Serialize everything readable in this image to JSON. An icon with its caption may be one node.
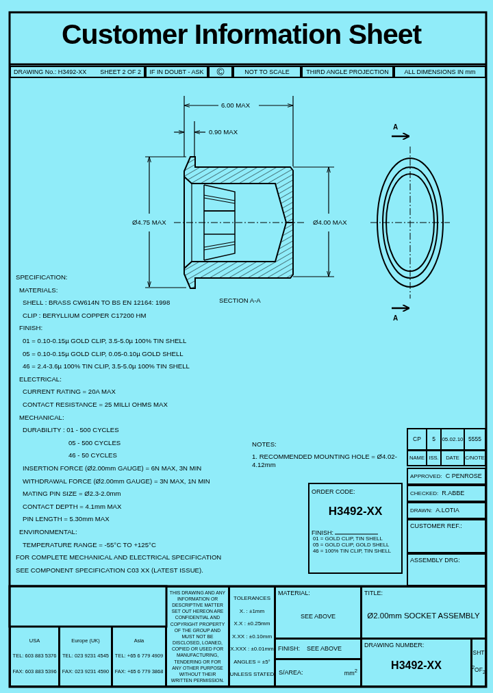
{
  "diagram": {
    "title": "Customer Information Sheet",
    "nodes": [
      {
        "text": [
          "DRAWING No.: H3492-XX",
          "SHEET 2 OF 2"
        ]
      },
      {
        "text": [
          "IF IN DOUBT - ASK"
        ]
      },
      {
        "text": [
          "©"
        ]
      },
      {
        "text": [
          "NOT TO SCALE"
        ]
      },
      {
        "text": [
          "THIRD ANGLE PROJECTION"
        ]
      },
      {
        "text": [
          "ALL DIMENSIONS IN mm"
        ]
      },
      {
        "text": [
          "ORDER CODE:",
          "H3492-XX",
          "FINISH:",
          "01 = GOLD CLIP, TIN SHELL",
          "05 = GOLD CLIP, GOLD SHELL",
          "46 = 100% TIN CLIP, TIN SHELL"
        ]
      },
      {
        "text": [
          "CP"
        ]
      },
      {
        "text": [
          "5"
        ]
      },
      {
        "text": [
          "05.02.10"
        ]
      },
      {
        "text": [
          "5555"
        ]
      },
      {
        "text": [
          "NAME"
        ]
      },
      {
        "text": [
          "ISS."
        ]
      },
      {
        "text": [
          "DATE"
        ]
      },
      {
        "text": [
          "C/NOTE"
        ]
      },
      {
        "text": [
          "APPROVED:",
          "C PENROSE"
        ]
      },
      {
        "text": [
          "CHECKED:",
          "R.ABBE"
        ]
      },
      {
        "text": [
          "DRAWN:",
          "A.LOTIA"
        ]
      },
      {
        "text": [
          "CUSTOMER REF.:"
        ]
      },
      {
        "text": [
          "ASSEMBLY DRG:"
        ]
      },
      {
        "text": [
          "USA",
          "TEL: 603 883 5376",
          "FAX: 603 883 5396"
        ]
      },
      {
        "text": [
          "Europe (UK)",
          "TEL: 023 9231 4545",
          "FAX: 023 9231 4590"
        ]
      },
      {
        "text": [
          "Asia",
          "TEL: +65 6 779 4909",
          "FAX: +65 6 779 3868"
        ]
      },
      {
        "text": [
          "THIS DRAWING AND ANY INFORMATION OR DESCRIPTIVE MATTER SET OUT HEREON ARE CONFIDENTIAL AND COPYRIGHT PROPERTY OF THE GROUP AND MUST NOT BE DISCLOSED, LOANED, COPIED OR USED FOR MANUFACTURING, TENDERING OR FOR ANY OTHER PURPOSE WITHOUT THEIR WRITTEN PERMISSION."
        ]
      },
      {
        "text": [
          "TOLERANCES",
          "X. : ±1mm",
          "X.X : ±0.25mm",
          "X.XX : ±0.10mm",
          "X.XXX : ±0.01mm",
          "ANGLES = ±5°",
          "UNLESS STATED"
        ]
      },
      {
        "text": [
          "MATERIAL:",
          "SEE ABOVE"
        ]
      },
      {
        "text": [
          "TITLE:",
          "Ø2.00mm SOCKET ASSEMBLY"
        ]
      },
      {
        "text": [
          "FINISH:",
          "SEE ABOVE"
        ]
      },
      {
        "text": [
          "S/AREA:",
          "mm$^{2}$"
        ]
      },
      {
        "text": [
          "DRAWING NUMBER:",
          "H3492-XX"
        ]
      },
      {
        "text": [
          "SHT",
          "$^{2}$OF$_{2}$"
        ]
      }
    ],
    "labels": [
      "6.00 MAX",
      "0.90 MAX",
      "A",
      "Ø4.75 MAX",
      "Ø4.00 MAX",
      "SECTION A-A",
      "A",
      "SPECIFICATION:",
      "MATERIALS:",
      "SHELL : BRASS CW614N TO BS EN 12164: 1998",
      "CLIP : BERYLLIUM COPPER C17200 HM",
      "FINISH:",
      "01 = 0.10-0.15µ GOLD CLIP, 3.5-5.0µ 100% TIN SHELL",
      "05 = 0.10-0.15µ GOLD CLIP, 0.05-0.10µ GOLD SHELL",
      "46 = 2.4-3.6µ 100% TIN CLIP, 3.5-5.0µ 100% TIN SHELL",
      "ELECTRICAL:",
      "CURRENT RATING = 20A MAX",
      "CONTACT RESISTANCE = 25 MILLI OHMS MAX",
      "MECHANICAL:",
      "DURABILITY : 01 - 500 CYCLES",
      "05 - 500 CYCLES",
      "46 - 50 CYCLES",
      "INSERTION FORCE (Ø2.00mm GAUGE) = 6N MAX, 3N MIN",
      "WITHDRAWAL FORCE (Ø2.00mm GAUGE) = 3N MAX, 1N MIN",
      "MATING PIN SIZE = Ø2.3-2.0mm",
      "CONTACT DEPTH = 4.1mm MAX",
      "PIN LENGTH = 5.30mm MAX",
      "ENVIRONMENTAL:",
      "TEMPERATURE RANGE = -55°C TO +125°C",
      "FOR COMPLETE MECHANICAL AND ELECTRICAL SPECIFICATION",
      "SEE COMPONENT SPECIFICATION C03 XX (LATEST ISSUE).",
      "NOTES:",
      "1. RECOMMENDED MOUNTING HOLE = Ø4.02-4.12mm"
    ]
  }
}
